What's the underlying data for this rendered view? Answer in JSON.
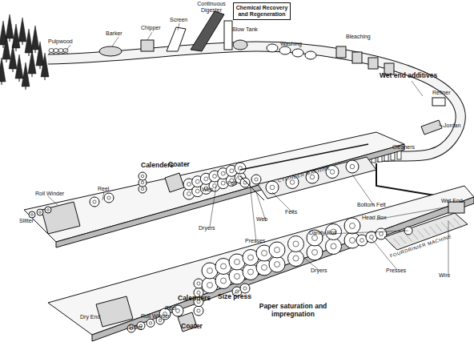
{
  "diagram": {
    "nodes": [
      {
        "text": [
          "Chemical Recovery and Regeneration"
        ]
      }
    ],
    "labels": [
      "Pulpwood",
      "Barker",
      "Chipper",
      "Screen",
      "Continuous Digester",
      "Blow Tank",
      "Washing",
      "Bleaching",
      "Wet end additives",
      "Refiner",
      "Jordan",
      "Cleaners",
      "Felt",
      "Web",
      "CYLINDER MACHINE",
      "Web",
      "Bottom Felt",
      "Head Box",
      "Wet End",
      "Dandy Roll",
      "Calenders",
      "Coater",
      "Reel",
      "Roll Winder",
      "Slitter",
      "Presses",
      "Felts",
      "Dryers",
      "FOURDRINIER MACHINE",
      "Wire",
      "Presses",
      "Dryers",
      "Size press",
      "Calenders",
      "Coater",
      "Reel",
      "Roll Winder",
      "Dry End",
      "Slitter",
      "Paper saturation and impregnation"
    ]
  }
}
